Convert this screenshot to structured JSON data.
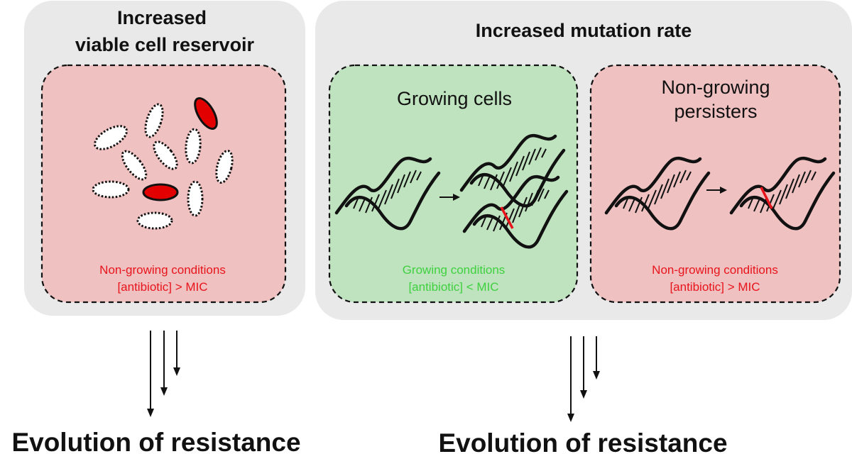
{
  "colors": {
    "panel_gray": "#e9e9e9",
    "nongrowing_fill": "#efc1c1",
    "growing_fill": "#bfe3bf",
    "red_text": "#e8141b",
    "green_text": "#3fd03f",
    "cell_red": "#e30000",
    "mutation_red": "#e8141b"
  },
  "left_panel": {
    "title_line1": "Increased",
    "title_line2": "viable cell reservoir",
    "condition_line1": "Non-growing conditions",
    "condition_line2": "[antibiotic] > MIC"
  },
  "right_panel": {
    "title": "Increased mutation rate",
    "growing_box": {
      "title": "Growing cells",
      "condition_line1": "Growing conditions",
      "condition_line2": "[antibiotic] < MIC"
    },
    "persister_box": {
      "title_line1": "Non-growing",
      "title_line2": "persisters",
      "condition_line1": "Non-growing conditions",
      "condition_line2": "[antibiotic] > MIC"
    }
  },
  "outcomes": {
    "left": "Evolution of resistance",
    "right": "Evolution of resistance"
  },
  "icons": {
    "cells": "bacterial-cell-icon",
    "dna": "dna-helix-icon",
    "arrow": "arrow-right-icon",
    "downward_arrows": "arrow-down-icon"
  }
}
